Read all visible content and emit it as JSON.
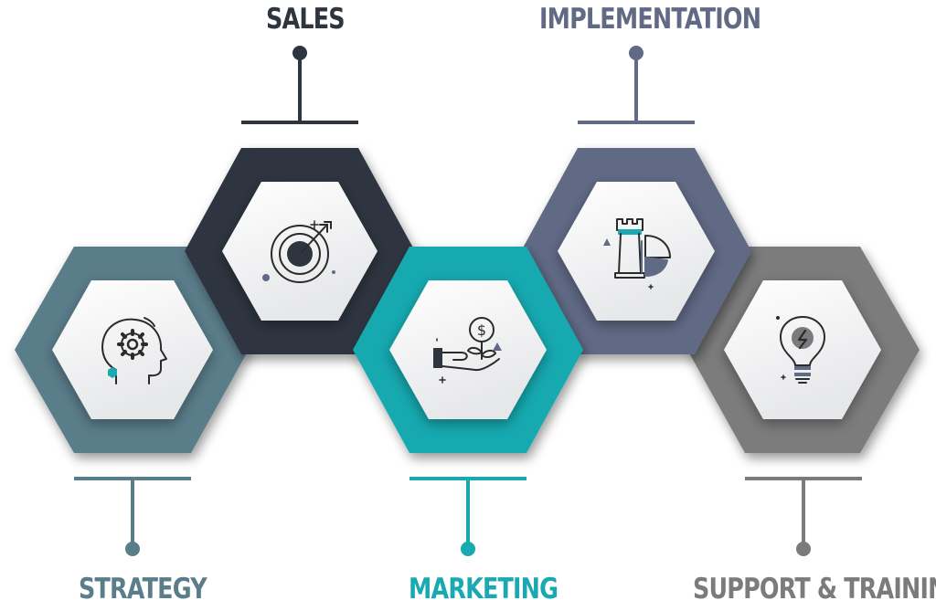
{
  "steps": [
    {
      "id": "strategy",
      "title": "STRATEGY",
      "color": "#5a7d8a",
      "icon": "head-gear-icon"
    },
    {
      "id": "sales",
      "title": "SALES",
      "color": "#2e353f",
      "icon": "target-arrow-icon"
    },
    {
      "id": "marketing",
      "title": "MARKETING",
      "color": "#19a9b0",
      "icon": "hand-plant-coin-icon"
    },
    {
      "id": "implementation",
      "title": "IMPLEMENTATION",
      "color": "#616a85",
      "icon": "chess-rook-chart-icon"
    },
    {
      "id": "support",
      "title": "SUPPORT & TRAINING",
      "color": "#7b7b7d",
      "icon": "lightbulb-icon"
    }
  ]
}
